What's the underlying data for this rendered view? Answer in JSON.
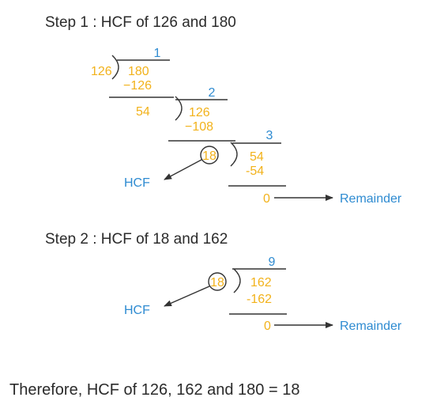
{
  "step1": {
    "title": "Step 1 : HCF of 126 and 180",
    "div1": {
      "quotient": "1",
      "divisor": "126",
      "dividend": "180",
      "product": "−126",
      "remainder": "54"
    },
    "div2": {
      "quotient": "2",
      "divisor": "54",
      "dividend": "126",
      "product": "−108",
      "remainder": "18"
    },
    "div3": {
      "quotient": "3",
      "divisor": "18",
      "dividend": "54",
      "product": "-54",
      "remainder": "0"
    },
    "hcf_label": "HCF",
    "remainder_label": "Remainder"
  },
  "step2": {
    "title": "Step 2 : HCF of 18 and 162",
    "div1": {
      "quotient": "9",
      "divisor": "18",
      "dividend": "162",
      "product": "-162",
      "remainder": "0"
    },
    "hcf_label": "HCF",
    "remainder_label": "Remainder"
  },
  "conclusion": "Therefore, HCF of 126, 162 and 180 = 18",
  "colors": {
    "text": "#2b2b2b",
    "quotient_label": "#2e8bd1",
    "numbers": "#f2b21b"
  }
}
